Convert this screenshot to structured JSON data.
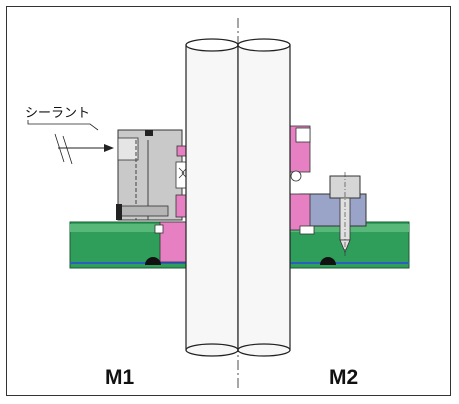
{
  "labels": {
    "sealant": "シーラント",
    "m1": "M1",
    "m2": "M2"
  },
  "colors": {
    "housing_green": "#2f9e5a",
    "housing_green_light": "#58b87a",
    "seal_pink": "#e680c2",
    "block_gray": "#c9c9c9",
    "bolt_gray": "#d6d6d6",
    "blue_line": "#2b5fbf",
    "shaft": "#f7f7f7",
    "outline": "#222222"
  }
}
